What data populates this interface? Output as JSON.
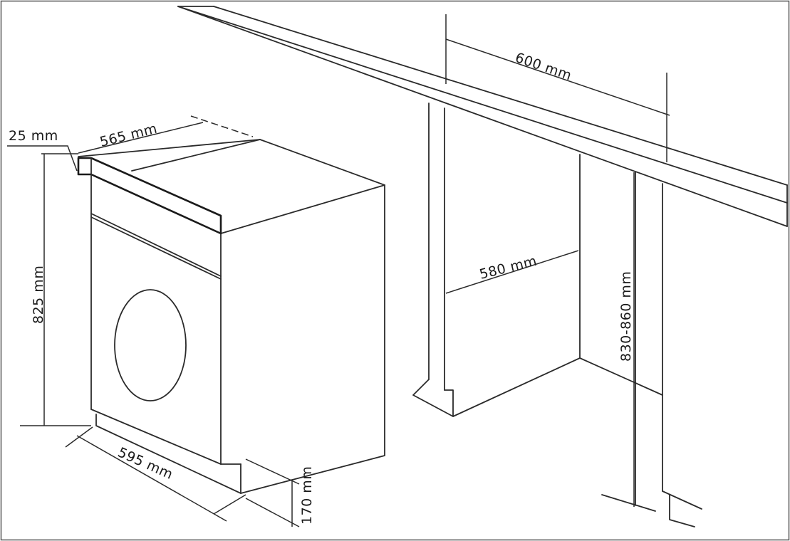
{
  "dimensions": {
    "top_overhang": "25 mm",
    "machine_depth": "565 mm",
    "machine_height": "825 mm",
    "machine_width": "595 mm",
    "plinth_height": "170 mm",
    "niche_depth": "600 mm",
    "niche_width": "580 mm",
    "niche_height": "830-860 mm"
  },
  "colors": {
    "line": "#2a2a2a",
    "background": "#ffffff"
  }
}
